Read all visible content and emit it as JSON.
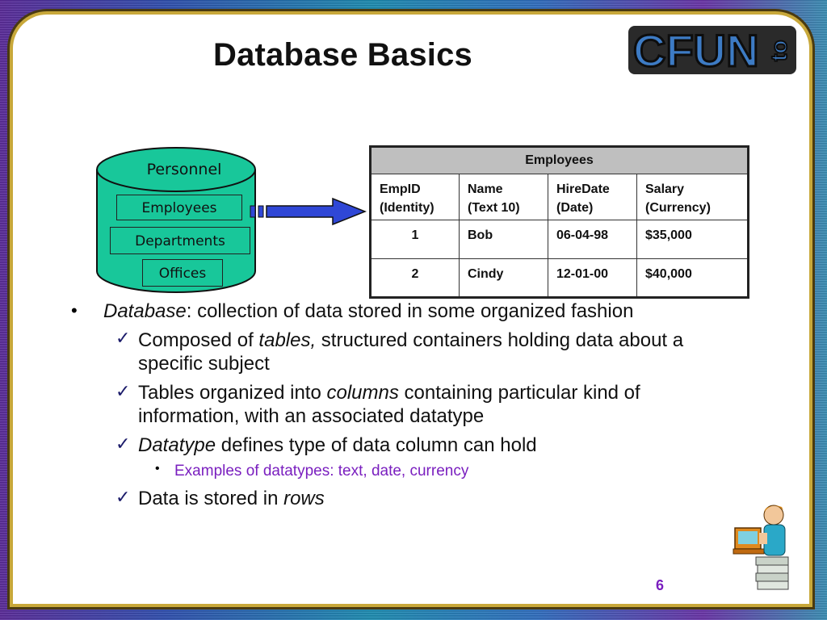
{
  "title": "Database Basics",
  "logo": {
    "text": "CFUN",
    "suffix": "to"
  },
  "database": {
    "name": "Personnel",
    "tables": [
      "Employees",
      "Departments",
      "Offices"
    ]
  },
  "employees_table": {
    "caption": "Employees",
    "headers": [
      {
        "line1": "EmpID",
        "line2": "(Identity)"
      },
      {
        "line1": "Name",
        "line2": "(Text 10)"
      },
      {
        "line1": "HireDate",
        "line2": "(Date)"
      },
      {
        "line1": "Salary",
        "line2": "(Currency)"
      }
    ],
    "rows": [
      [
        "1",
        "Bob",
        "06-04-98",
        "$35,000"
      ],
      [
        "2",
        "Cindy",
        "12-01-00",
        "$40,000"
      ]
    ]
  },
  "bullets": {
    "main_term": "Database",
    "main_rest": ": collection of data stored in some organized fashion",
    "sub1_pre": "Composed of ",
    "sub1_term": "tables,",
    "sub1_post": " structured containers holding data about a",
    "sub1_line2": "specific subject",
    "sub2_pre": "Tables organized into ",
    "sub2_term": "columns",
    "sub2_post": " containing particular kind of",
    "sub2_line2": "information, with an associated datatype",
    "sub3_term": "Datatype",
    "sub3_post": " defines type of data column can hold",
    "sub3_example": "Examples of datatypes: text, date, currency",
    "sub4_pre": "Data is stored in ",
    "sub4_term": "rows"
  },
  "page_number": "6",
  "colors": {
    "cylinder": "#18c79a",
    "arrow": "#2f47d6",
    "accent": "#7a1fbf"
  }
}
